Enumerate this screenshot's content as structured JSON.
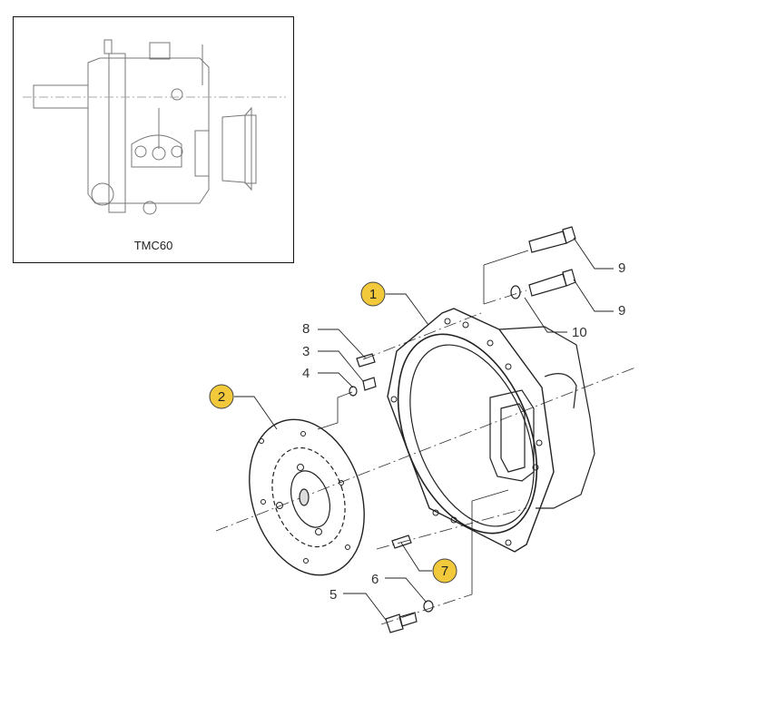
{
  "inset": {
    "title": "TMC60"
  },
  "callouts": [
    {
      "number": "1",
      "highlighted": true
    },
    {
      "number": "2",
      "highlighted": true
    },
    {
      "number": "7",
      "highlighted": true
    },
    {
      "number": "3",
      "highlighted": false
    },
    {
      "number": "4",
      "highlighted": false
    },
    {
      "number": "5",
      "highlighted": false
    },
    {
      "number": "6",
      "highlighted": false
    },
    {
      "number": "8",
      "highlighted": false
    },
    {
      "number": "9",
      "highlighted": false
    },
    {
      "number": "9",
      "highlighted": false
    },
    {
      "number": "10",
      "highlighted": false
    }
  ],
  "colors": {
    "highlight": "#f2c93a",
    "line": "#222222"
  }
}
